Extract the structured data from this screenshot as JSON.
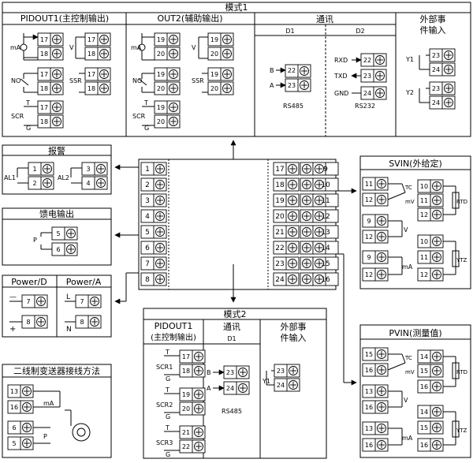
{
  "mode1": {
    "title": "模式1",
    "pidout1": "PIDOUT1(主控制输出)",
    "out2": "OUT2(辅助输出)",
    "comm": "通讯",
    "d1": "D1",
    "d2": "D2",
    "ext_line1": "外部事",
    "ext_line2": "件输入",
    "rs485": "RS485",
    "rs232": "RS232",
    "lbl_mA": "mA",
    "lbl_V": "V",
    "lbl_NO": "NO",
    "lbl_SSR": "SSR",
    "lbl_SCR": "SCR",
    "lbl_T": "T",
    "lbl_G": "G",
    "lbl_B": "B",
    "lbl_A": "A",
    "lbl_RXD": "RXD",
    "lbl_TXD": "TXD",
    "lbl_GND": "GND",
    "lbl_Y1": "Y1",
    "lbl_Y2": "Y2",
    "n17": "17",
    "n18": "18",
    "n19": "19",
    "n20": "20",
    "n22": "22",
    "n23": "23",
    "n24": "24"
  },
  "alarm": {
    "title": "报警",
    "al1": "AL1",
    "al2": "AL2",
    "n1": "1",
    "n2": "2",
    "n3": "3",
    "n4": "4"
  },
  "feed": {
    "title": "馈电输出",
    "p": "P",
    "n5": "5",
    "n6": "6"
  },
  "power": {
    "d_title": "Power/D",
    "a_title": "Power/A",
    "minus": "—",
    "plus": "+",
    "L": "L",
    "N": "N",
    "n7": "7",
    "n8": "8"
  },
  "twowire": {
    "title": "二线制变送器接线方法",
    "mA": "mA",
    "P": "P",
    "n13": "13",
    "n16": "16",
    "n6": "6",
    "n5": "5"
  },
  "center": {
    "left_terms": [
      "1",
      "2",
      "3",
      "4",
      "5",
      "6",
      "7",
      "8"
    ],
    "right_rows": [
      [
        "17",
        "9"
      ],
      [
        "18",
        "10"
      ],
      [
        "19",
        "11"
      ],
      [
        "20",
        "12"
      ],
      [
        "21",
        "13"
      ],
      [
        "22",
        "14"
      ],
      [
        "23",
        "15"
      ],
      [
        "24",
        "16"
      ]
    ]
  },
  "svin": {
    "title": "SVIN(外给定)",
    "tc": "TC",
    "mv": "mV",
    "v": "V",
    "ma": "mA",
    "rtd": "RTD",
    "ytz": "YTZ",
    "n9": "9",
    "n10": "10",
    "n11": "11",
    "n12": "12"
  },
  "mode2": {
    "title": "模式2",
    "pidout1": "PIDOUT1",
    "pidout1_sub": "(主控制输出)",
    "comm": "通讯",
    "d1": "D1",
    "ext_line1": "外部事",
    "ext_line2": "件输入",
    "rs485": "RS485",
    "scr1": "SCR1",
    "scr2": "SCR2",
    "scr3": "SCR3",
    "T": "T",
    "G": "G",
    "B": "B",
    "A": "A",
    "Y1": "Y1",
    "n17": "17",
    "n18": "18",
    "n19": "19",
    "n20": "20",
    "n21": "21",
    "n22": "22",
    "n23": "23",
    "n24": "24"
  },
  "pvin": {
    "title": "PVIN(测量值)",
    "tc": "TC",
    "mv": "mV",
    "v": "V",
    "ma": "mA",
    "rtd": "RTD",
    "ytz": "YTZ",
    "n13": "13",
    "n14": "14",
    "n15": "15",
    "n16": "16"
  }
}
